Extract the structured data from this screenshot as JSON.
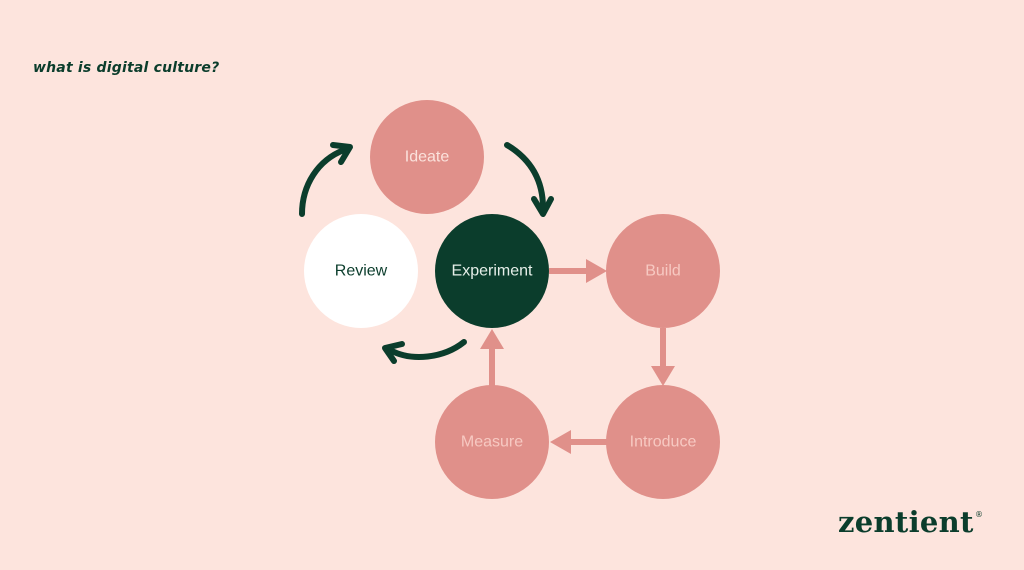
{
  "slide": {
    "title": "what is digital culture?",
    "logo": "zentient",
    "logo_mark": "®"
  },
  "colors": {
    "background": "#fde4dd",
    "node_pink": "#e0908a",
    "node_text_light": "#f7c9c2",
    "dark_green": "#0b3d2c",
    "white": "#ffffff"
  },
  "nodes": {
    "ideate": "Ideate",
    "review": "Review",
    "experiment": "Experiment",
    "build": "Build",
    "introduce": "Introduce",
    "measure": "Measure"
  },
  "flows": {
    "inner_cycle": [
      "Ideate",
      "Experiment",
      "Review"
    ],
    "outer_cycle": [
      "Experiment",
      "Build",
      "Introduce",
      "Measure",
      "Experiment"
    ]
  }
}
